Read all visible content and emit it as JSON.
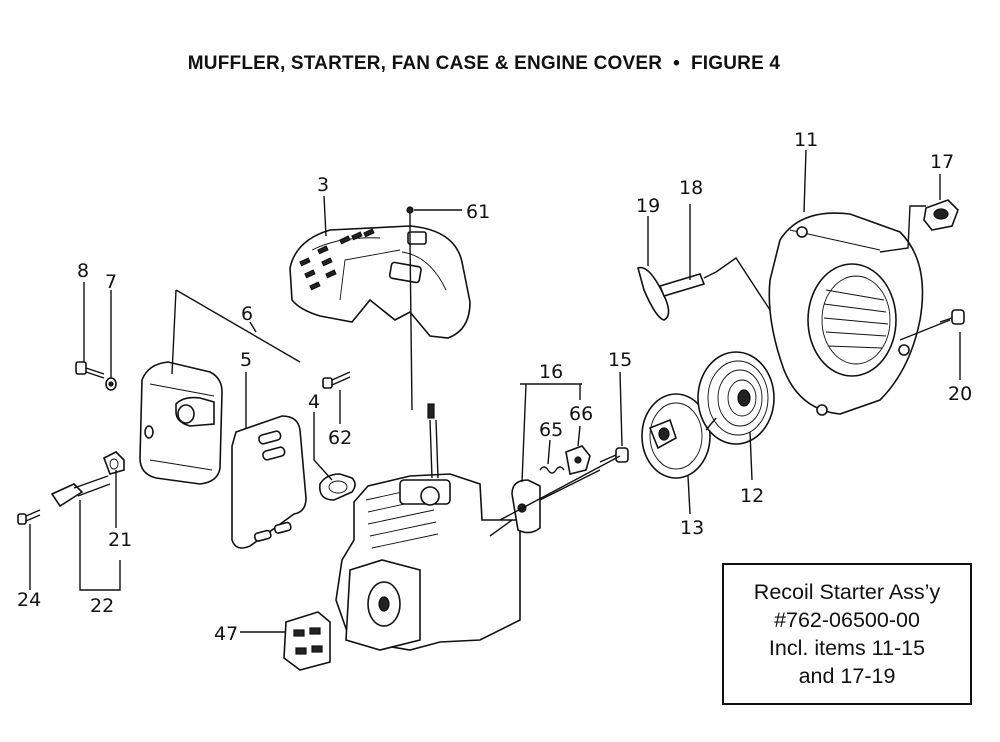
{
  "title": "MUFFLER, STARTER, FAN CASE & ENGINE COVER  •  FIGURE 4",
  "callouts": [
    {
      "id": "c3",
      "label": "3"
    },
    {
      "id": "c61",
      "label": "61"
    },
    {
      "id": "c11",
      "label": "11"
    },
    {
      "id": "c17",
      "label": "17"
    },
    {
      "id": "c19",
      "label": "19"
    },
    {
      "id": "c18",
      "label": "18"
    },
    {
      "id": "c8",
      "label": "8"
    },
    {
      "id": "c7",
      "label": "7"
    },
    {
      "id": "c6",
      "label": "6"
    },
    {
      "id": "c5",
      "label": "5"
    },
    {
      "id": "c4",
      "label": "4"
    },
    {
      "id": "c62",
      "label": "62"
    },
    {
      "id": "c16",
      "label": "16"
    },
    {
      "id": "c65",
      "label": "65"
    },
    {
      "id": "c66",
      "label": "66"
    },
    {
      "id": "c15",
      "label": "15"
    },
    {
      "id": "c20",
      "label": "20"
    },
    {
      "id": "c12",
      "label": "12"
    },
    {
      "id": "c13",
      "label": "13"
    },
    {
      "id": "c21",
      "label": "21"
    },
    {
      "id": "c24",
      "label": "24"
    },
    {
      "id": "c22",
      "label": "22"
    },
    {
      "id": "c47",
      "label": "47"
    }
  ],
  "info_box": {
    "line1": "Recoil Starter Ass’y",
    "line2": "#762-06500-00",
    "line3": "Incl. items 11-15",
    "line4": "and 17-19"
  }
}
